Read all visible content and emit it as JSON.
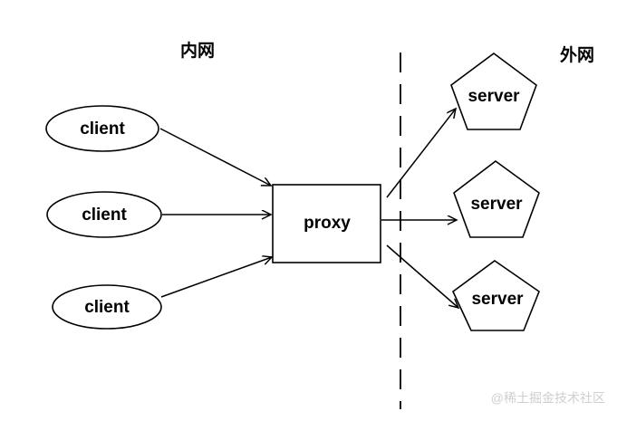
{
  "diagram": {
    "title_left_zone": "内网",
    "title_right_zone": "外网",
    "clients": [
      {
        "label": "client"
      },
      {
        "label": "client"
      },
      {
        "label": "client"
      }
    ],
    "proxy": {
      "label": "proxy"
    },
    "servers": [
      {
        "label": "server"
      },
      {
        "label": "server"
      },
      {
        "label": "server"
      }
    ],
    "watermark": "@稀土掘金技术社区",
    "colors": {
      "stroke": "#000000",
      "fill": "#ffffff",
      "background": "#ffffff",
      "watermark": "#cfcfcf"
    }
  }
}
